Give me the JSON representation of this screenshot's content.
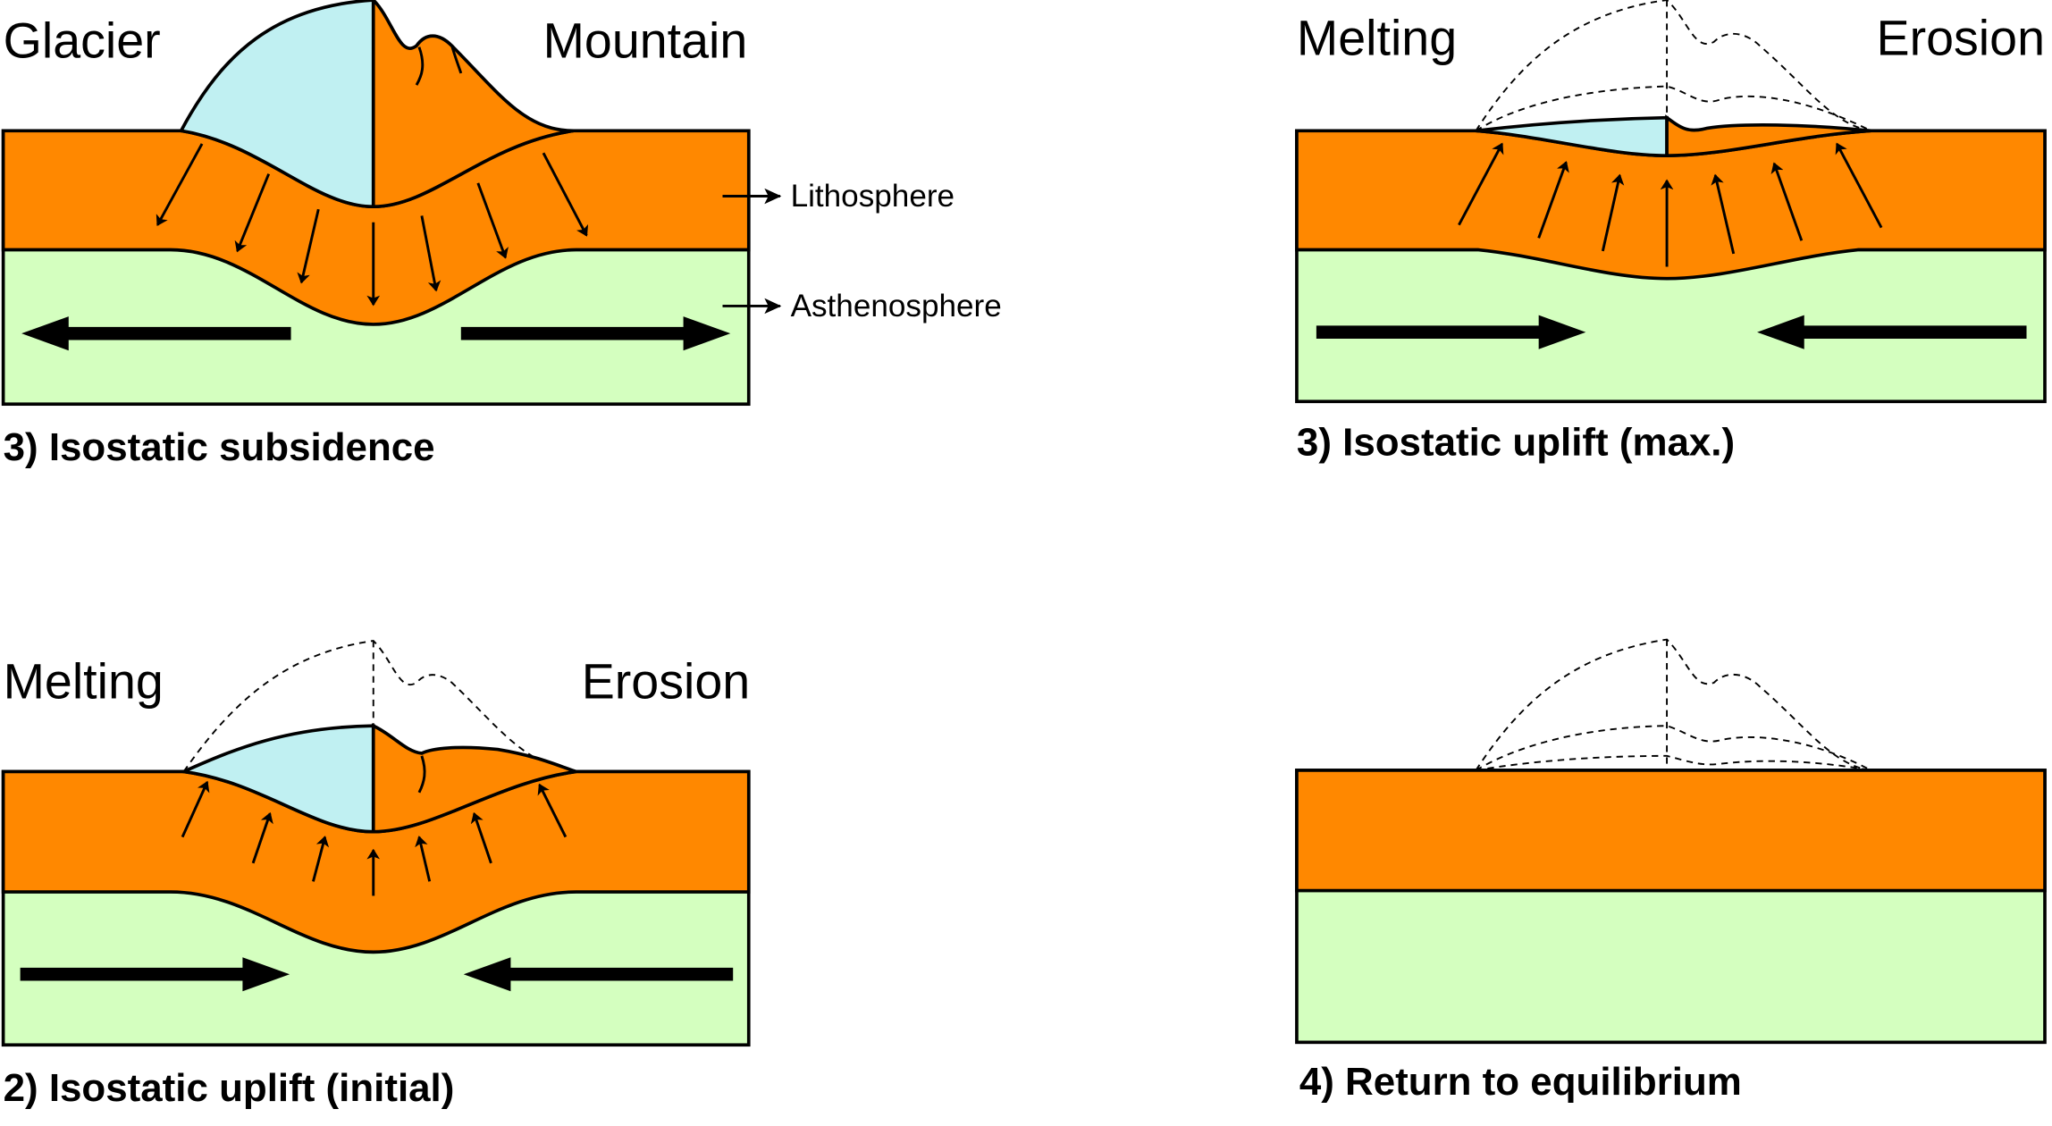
{
  "colors": {
    "lithosphere": "#FF8800",
    "asthenosphere": "#D4FFBF",
    "glacier": "#C0F0F2",
    "outline": "#000000"
  },
  "panels": [
    {
      "title": "3) Isostatic subsidence",
      "left_label": "Glacier",
      "right_label": "Mountain"
    },
    {
      "title": "3) Isostatic uplift (max.)",
      "left_label": "Melting",
      "right_label": "Erosion"
    },
    {
      "title": "2) Isostatic uplift (initial)",
      "left_label": "Melting",
      "right_label": "Erosion"
    },
    {
      "title": "4) Return to equilibrium"
    }
  ],
  "layer_labels": {
    "lithosphere": "Lithosphere",
    "asthenosphere": "Asthenosphere"
  }
}
